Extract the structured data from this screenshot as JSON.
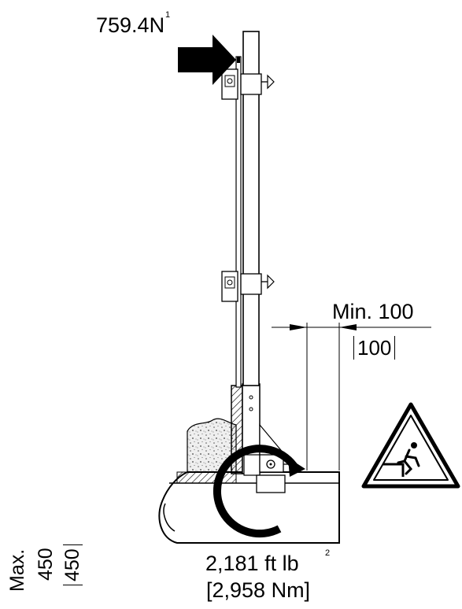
{
  "force": {
    "value": "759.4N",
    "footnote": "1"
  },
  "clearance": {
    "label": "Min. 100",
    "alt_value": "100"
  },
  "moment": {
    "value": "2,181 ft lb",
    "footnote": "2",
    "metric": "[2,958 Nm]"
  },
  "depth": {
    "label": "Max.",
    "value": "450",
    "alt_value": "450"
  },
  "warning_sign": {
    "icon": "fall-hazard-icon"
  },
  "colors": {
    "line": "#000000",
    "fill_gray": "#d9d9d9",
    "background": "#ffffff"
  }
}
